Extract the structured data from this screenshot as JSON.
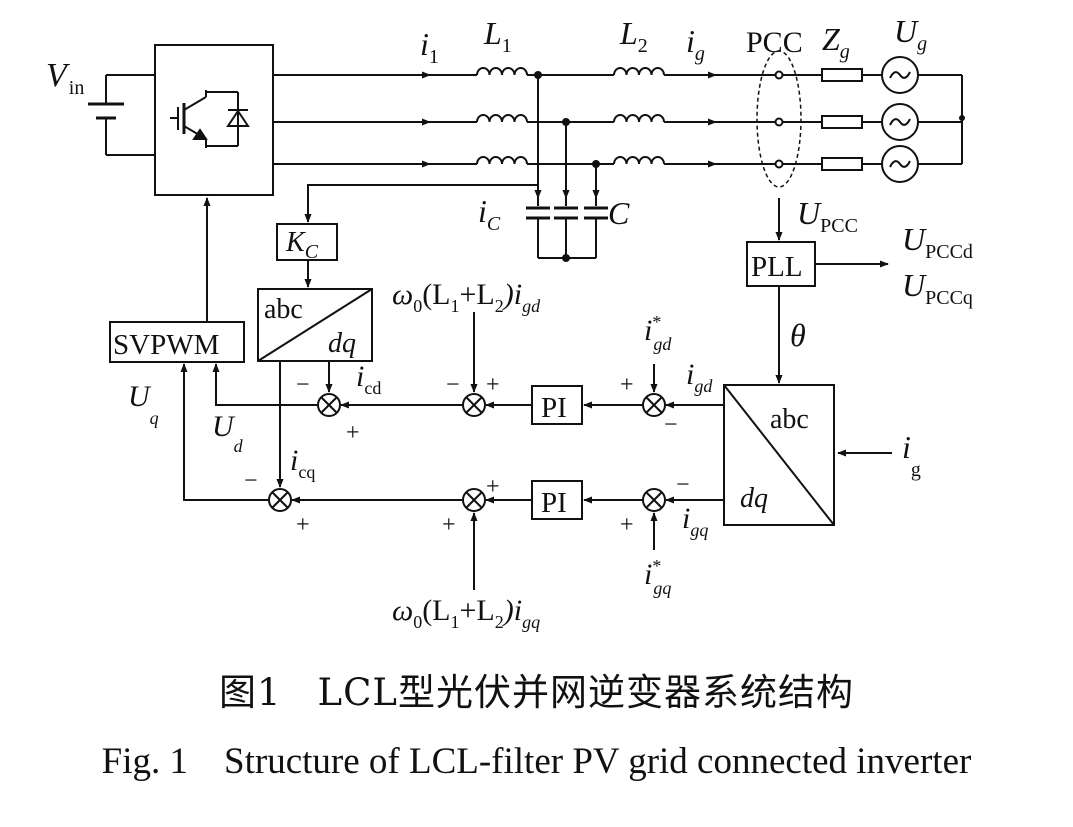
{
  "diagram": {
    "blocks": {
      "kc": "K_C",
      "abc_dq_top": "abc",
      "abc_dq_bottom": "dq",
      "svpwm": "SVPWM",
      "pll": "PLL",
      "pi": "PI",
      "abc_dq2_top": "abc",
      "abc_dq2_bottom": "dq"
    },
    "labels": {
      "vin": "V",
      "vin_sub": "in",
      "i1": "i",
      "i1_sub": "1",
      "l1": "L",
      "l1_sub": "1",
      "l2": "L",
      "l2_sub": "2",
      "ig": "i",
      "ig_sub": "g",
      "pcc": "PCC",
      "zg": "Z",
      "zg_sub": "g",
      "ug": "U",
      "ug_sub": "g",
      "ic": "i",
      "ic_sub": "C",
      "c": "C",
      "upcc": "U",
      "upcc_sub": "PCC",
      "upccd": "U",
      "upccd_sub": "PCCd",
      "upccq": "U",
      "upccq_sub": "PCCq",
      "theta": "θ",
      "ff_d_a": "ω",
      "ff_d_b": "0",
      "ff_d_c": "(L",
      "ff_d_d": "1",
      "ff_d_e": "+L",
      "ff_d_f": "2",
      "ff_d_g": ")i",
      "ff_d_h": "gd",
      "ff_q_h": "gq",
      "igd_ref": "i",
      "igd_ref_sub": "gd",
      "igq_ref_sub": "gq",
      "star": "*",
      "igd": "i",
      "igd_sub": "gd",
      "igq_sub": "gq",
      "icd": "i",
      "icd_sub": "cd",
      "icq_sub": "cq",
      "uq": "U",
      "uq_sub": "q",
      "ud": "U",
      "ud_sub": "d",
      "ig_in": "i",
      "ig_in_sub": "g",
      "plus": "+",
      "minus": "−"
    }
  },
  "caption": {
    "zh_num": "图1",
    "zh_text": "LCL型光伏并网逆变器系统结构",
    "en_num": "Fig. 1",
    "en_text": "Structure of LCL-filter PV grid connected inverter"
  }
}
